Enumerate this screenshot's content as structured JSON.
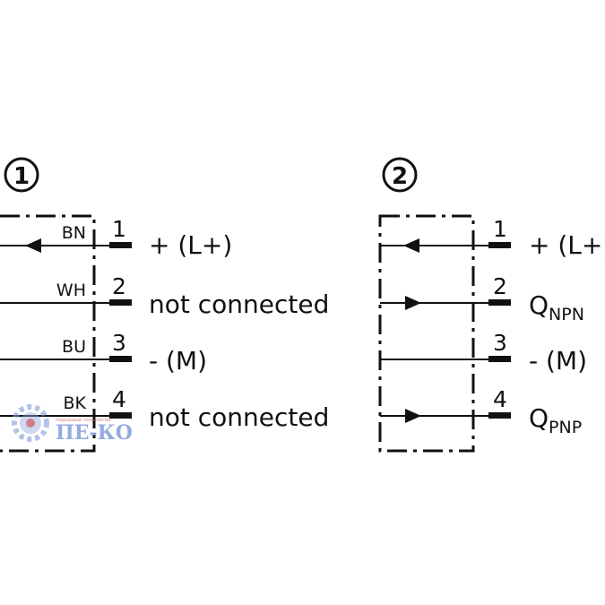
{
  "diagram_1": {
    "number": "1",
    "wires": [
      {
        "color_code": "BN",
        "pin": "1",
        "signal": "+ (L+)"
      },
      {
        "color_code": "WH",
        "pin": "2",
        "signal": "not connected"
      },
      {
        "color_code": "BU",
        "pin": "3",
        "signal": "- (M)"
      },
      {
        "color_code": "BK",
        "pin": "4",
        "signal": "not connected"
      }
    ]
  },
  "diagram_2": {
    "number": "2",
    "pins": [
      {
        "pin": "1",
        "signal": "+ (L+)",
        "direction": "in"
      },
      {
        "pin": "2",
        "signal_main": "Q",
        "signal_sub": "NPN",
        "direction": "out"
      },
      {
        "pin": "3",
        "signal": "- (M)",
        "direction": "none"
      },
      {
        "pin": "4",
        "signal_main": "Q",
        "signal_sub": "PNP",
        "direction": "out"
      }
    ]
  },
  "watermark": {
    "logo_text": "ПЕ-КО",
    "tagline": "передовые технологии"
  }
}
